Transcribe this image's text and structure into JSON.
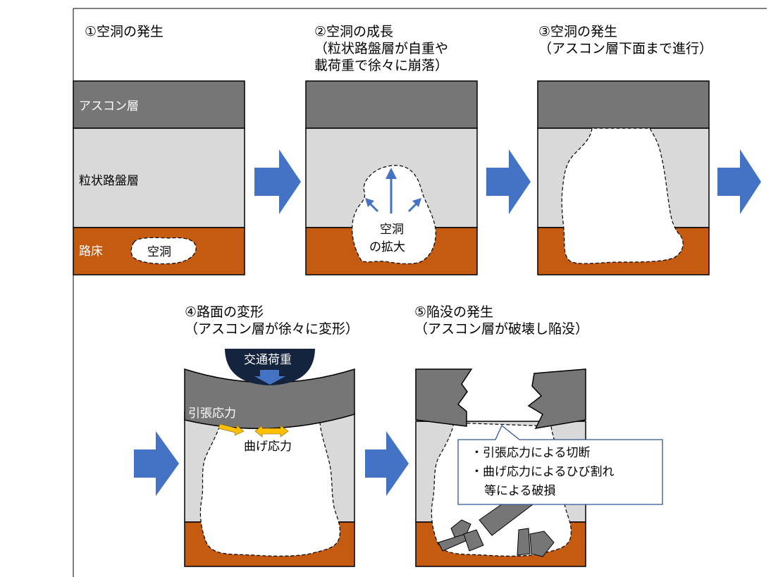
{
  "steps": [
    {
      "title": "①空洞の発生",
      "sub": []
    },
    {
      "title": "②空洞の成長",
      "sub": [
        "（粒状路盤層が自重や",
        "載荷重で徐々に崩落）"
      ]
    },
    {
      "title": "③空洞の発生",
      "sub": [
        "（アスコン層下面まで進行）"
      ]
    },
    {
      "title": "④路面の変形",
      "sub": [
        "（アスコン層が徐々に変形）"
      ]
    },
    {
      "title": "⑤陥没の発生",
      "sub": [
        "（アスコン層が破壊し陥没）"
      ]
    }
  ],
  "layers": {
    "asphalt": "アスコン層",
    "base": "粒状路盤層",
    "subgrade": "路床"
  },
  "labels": {
    "cavity": "空洞",
    "expand_line1": "空洞",
    "expand_line2": "の拡大",
    "traffic_load": "交通荷重",
    "tensile_stress": "引張応力",
    "bending_stress": "曲げ応力"
  },
  "callout": {
    "line1": "・引張応力による切断",
    "line2": "・曲げ応力によるひび割れ",
    "line3": "等による破損"
  },
  "colors": {
    "asphalt": "#767676",
    "base": "#d9d9d9",
    "subgrade": "#c55a11",
    "arrow": "#4472c4",
    "stress_arrow": "#ffc000"
  }
}
